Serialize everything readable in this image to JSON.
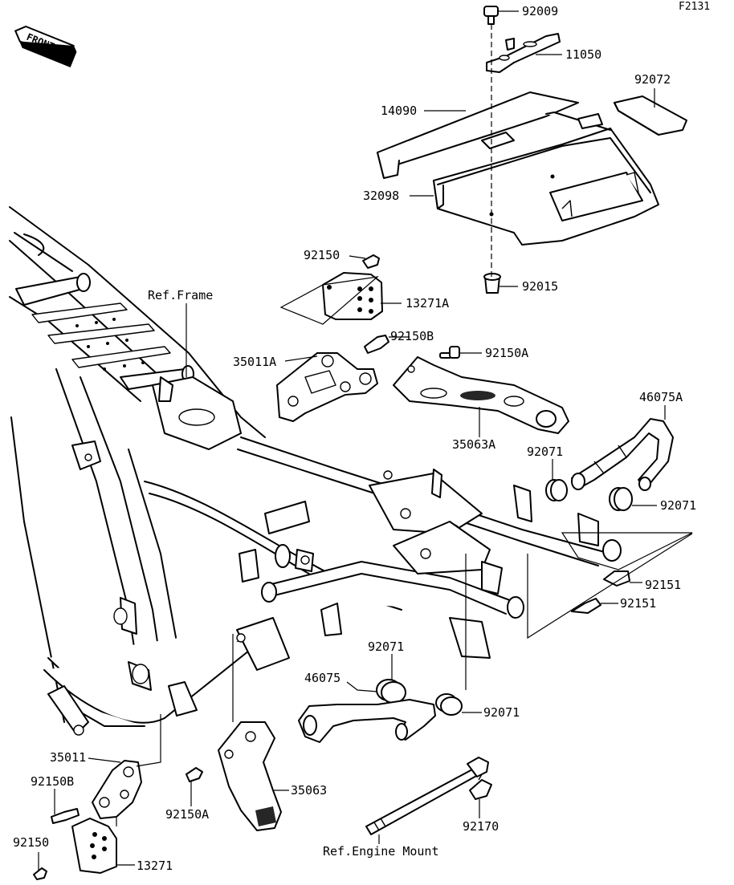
{
  "figure_code": "F2131",
  "front_label": "FRONT",
  "labels": {
    "p92009": "92009",
    "p11050": "11050",
    "p92072": "92072",
    "p14090": "14090",
    "p32098": "32098",
    "p92150_top": "92150",
    "p92015": "92015",
    "p13271A": "13271A",
    "ref_frame": "Ref.Frame",
    "p92150B_top": "92150B",
    "p35011A": "35011A",
    "p92150A_top": "92150A",
    "p46075A": "46075A",
    "p35063A": "35063A",
    "p92071_a": "92071",
    "p92071_b": "92071",
    "p92151_a": "92151",
    "p92151_b": "92151",
    "p92071_c": "92071",
    "p46075": "46075",
    "p92071_d": "92071",
    "p35011": "35011",
    "p92150B_bot": "92150B",
    "p92150A_bot": "92150A",
    "p35063": "35063",
    "p92170": "92170",
    "p92150_bot": "92150",
    "p13271": "13271",
    "ref_engine_mount": "Ref.Engine Mount"
  }
}
